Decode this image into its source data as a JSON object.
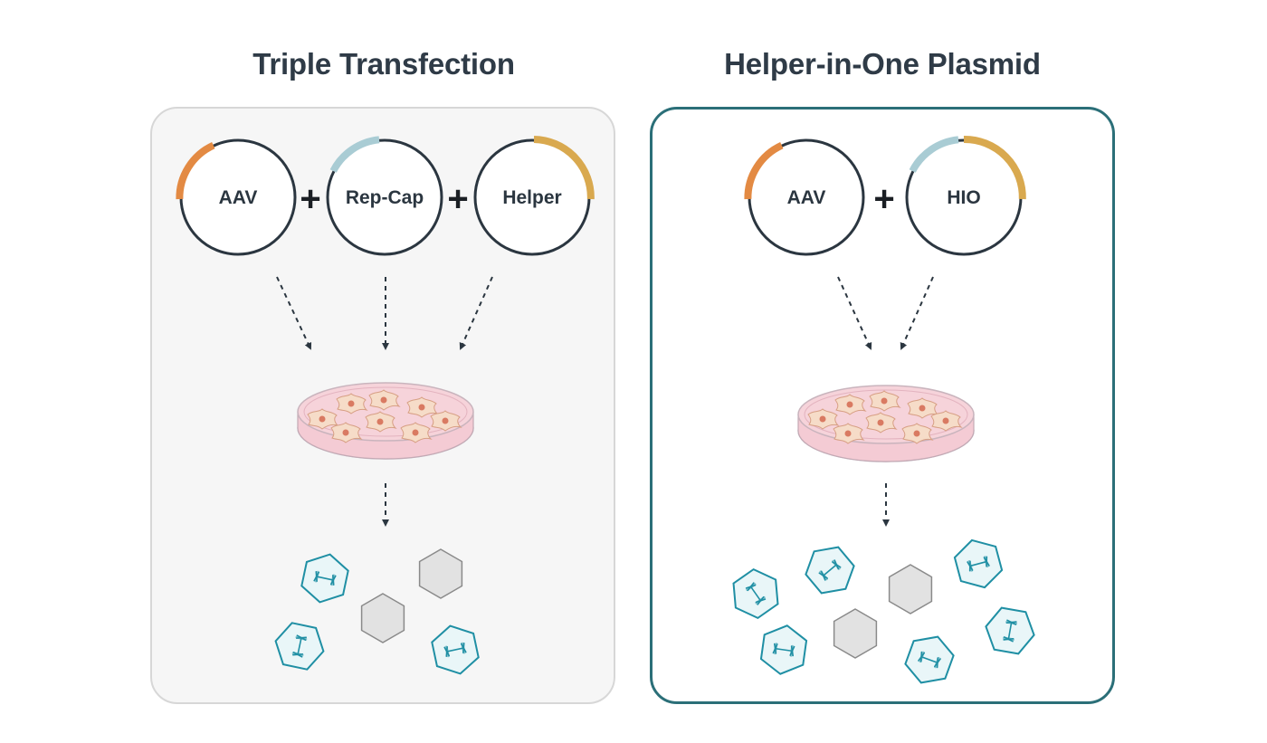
{
  "titles": {
    "left": "Triple Transfection",
    "right": "Helper-in-One Plasmid"
  },
  "left_panel": {
    "plasmids": [
      {
        "label": "AAV",
        "marker": "orange"
      },
      {
        "label": "Rep-Cap",
        "marker": "lightblue"
      },
      {
        "label": "Helper",
        "marker": "gold"
      }
    ],
    "plus": "+"
  },
  "right_panel": {
    "plasmids": [
      {
        "label": "AAV",
        "marker": "orange"
      },
      {
        "label": "HIO",
        "marker": "lightblue+gold"
      }
    ],
    "plus": "+"
  },
  "colors": {
    "orange": "#e38a43",
    "lightblue": "#a9ccd4",
    "gold": "#d9a94f",
    "teal": "#1f8fa4",
    "teal_fill": "#e9f6f8",
    "empty_capsid": "#e2e2e2",
    "dish_pink": "#f4cbd4",
    "panel_border_right": "#2b6f78",
    "panel_bg_left": "#f6f6f6"
  },
  "icons": [
    "plasmid-icon",
    "arrow-icon",
    "petri-dish-icon",
    "cell-icon",
    "capsid-full-icon",
    "capsid-empty-icon"
  ]
}
